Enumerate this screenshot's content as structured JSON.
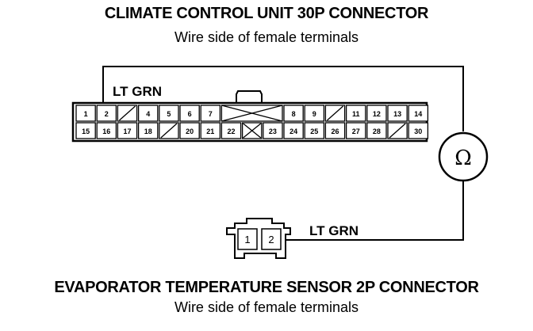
{
  "top_connector": {
    "title": "CLIMATE CONTROL UNIT 30P CONNECTOR",
    "subtitle": "Wire side of female terminals",
    "row1": [
      "1",
      "2",
      "",
      "4",
      "5",
      "6",
      "7",
      "",
      "",
      "",
      "8",
      "9",
      "",
      "11",
      "12",
      "13",
      "14"
    ],
    "row2": [
      "15",
      "16",
      "17",
      "18",
      "",
      "20",
      "21",
      "22",
      "",
      "23",
      "24",
      "25",
      "26",
      "27",
      "28",
      "",
      "30"
    ],
    "row1_empty_slashes": [
      2,
      12
    ],
    "row2_empty_slashes": [
      4,
      15
    ],
    "row2_empty_x": [
      8
    ],
    "row1_blank_region": [
      7,
      9
    ]
  },
  "bottom_connector": {
    "title": "EVAPORATOR TEMPERATURE SENSOR 2P CONNECTOR",
    "subtitle": "Wire side of female terminals",
    "pins": [
      "1",
      "2"
    ]
  },
  "wires": {
    "top_label": "LT GRN",
    "bottom_label": "LT GRN"
  },
  "meter": {
    "symbol": "Ω"
  }
}
